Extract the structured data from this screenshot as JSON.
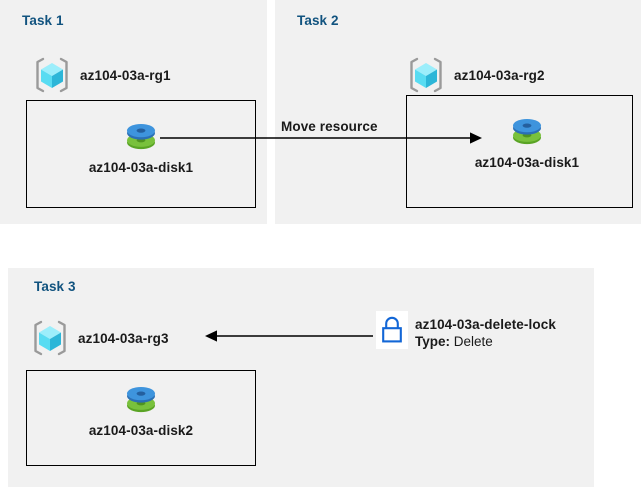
{
  "diagram": {
    "title": "Azure resource group tasks diagram",
    "colors": {
      "panel_background": "#f1f1f1",
      "page_background": "#ffffff",
      "task_title": "#11537f",
      "body_text": "#1a1a1a",
      "connector": "#000000",
      "lock_blue": "#1266d6",
      "disk_blue": "#3a8dde",
      "disk_green": "#6fbf2f",
      "cube_cyan": "#6fe2f7",
      "bracket_grey": "#9a9a9a"
    }
  },
  "tasks": [
    {
      "id": "task1",
      "title": "Task 1",
      "resource_group": {
        "icon": "resource-group-cube-icon",
        "label": "az104-03a-rg1"
      },
      "resource": {
        "icon": "managed-disk-icon",
        "label": "az104-03a-disk1"
      }
    },
    {
      "id": "task2",
      "title": "Task 2",
      "resource_group": {
        "icon": "resource-group-cube-icon",
        "label": "az104-03a-rg2"
      },
      "resource": {
        "icon": "managed-disk-icon",
        "label": "az104-03a-disk1"
      }
    },
    {
      "id": "task3",
      "title": "Task 3",
      "resource_group": {
        "icon": "resource-group-cube-icon",
        "label": "az104-03a-rg3"
      },
      "resource": {
        "icon": "managed-disk-icon",
        "label": "az104-03a-disk2"
      }
    }
  ],
  "connectors": {
    "move": {
      "caption": "Move resource",
      "direction": "left-to-right",
      "from": "az104-03a-disk1 (Task 1)",
      "to": "az104-03a-disk1 (Task 2)"
    },
    "lock": {
      "direction": "right-to-left",
      "from": "az104-03a-delete-lock",
      "to": "az104-03a-rg3"
    }
  },
  "lock": {
    "icon": "padlock-icon",
    "name": "az104-03a-delete-lock",
    "type_key": "Type:",
    "type_value": "Delete"
  }
}
